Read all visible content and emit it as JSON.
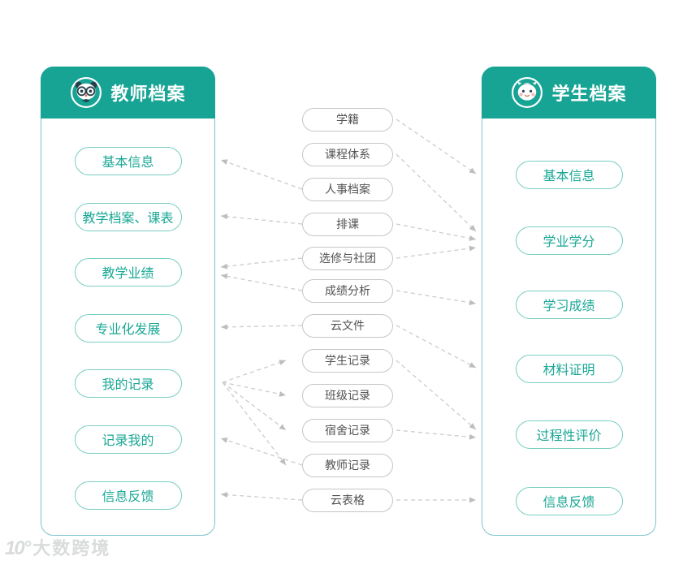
{
  "left_panel": {
    "title": "教师档案",
    "items": [
      "基本信息",
      "教学档案、课表",
      "教学业绩",
      "专业化发展",
      "我的记录",
      "记录我的",
      "信息反馈"
    ]
  },
  "right_panel": {
    "title": "学生档案",
    "items": [
      "基本信息",
      "学业学分",
      "学习成绩",
      "材料证明",
      "过程性评价",
      "信息反馈"
    ]
  },
  "middle_items": [
    "学籍",
    "课程体系",
    "人事档案",
    "排课",
    "选修与社团",
    "成绩分析",
    "云文件",
    "学生记录",
    "班级记录",
    "宿舍记录",
    "教师记录",
    "云表格"
  ],
  "connections": [
    {
      "from": "mid.2",
      "to": "left.0",
      "from_label": "人事档案",
      "to_label": "基本信息"
    },
    {
      "from": "mid.3",
      "to": "left.1",
      "from_label": "排课",
      "to_label": "教学档案、课表"
    },
    {
      "from": "mid.4",
      "to": "left.2",
      "from_label": "选修与社团",
      "to_label": "教学业绩"
    },
    {
      "from": "mid.5",
      "to": "left.2",
      "from_label": "成绩分析",
      "to_label": "教学业绩"
    },
    {
      "from": "mid.6",
      "to": "left.3",
      "from_label": "云文件",
      "to_label": "专业化发展"
    },
    {
      "from": "left.4",
      "to": "mid.7",
      "from_label": "我的记录",
      "to_label": "学生记录"
    },
    {
      "from": "left.4",
      "to": "mid.8",
      "from_label": "我的记录",
      "to_label": "班级记录"
    },
    {
      "from": "left.4",
      "to": "mid.9",
      "from_label": "我的记录",
      "to_label": "宿舍记录"
    },
    {
      "from": "left.4",
      "to": "mid.10",
      "from_label": "我的记录",
      "to_label": "教师记录"
    },
    {
      "from": "mid.10",
      "to": "left.5",
      "from_label": "教师记录",
      "to_label": "记录我的"
    },
    {
      "from": "mid.11",
      "to": "left.6",
      "from_label": "云表格",
      "to_label": "信息反馈"
    },
    {
      "from": "mid.0",
      "to": "right.0",
      "from_label": "学籍",
      "to_label": "基本信息"
    },
    {
      "from": "mid.1",
      "to": "right.1",
      "from_label": "课程体系",
      "to_label": "学业学分"
    },
    {
      "from": "mid.3",
      "to": "right.1",
      "from_label": "排课",
      "to_label": "学业学分"
    },
    {
      "from": "mid.4",
      "to": "right.1",
      "from_label": "选修与社团",
      "to_label": "学业学分"
    },
    {
      "from": "mid.5",
      "to": "right.2",
      "from_label": "成绩分析",
      "to_label": "学习成绩"
    },
    {
      "from": "mid.6",
      "to": "right.3",
      "from_label": "云文件",
      "to_label": "材料证明"
    },
    {
      "from": "mid.7",
      "to": "right.4",
      "from_label": "学生记录",
      "to_label": "过程性评价"
    },
    {
      "from": "mid.9",
      "to": "right.4",
      "from_label": "宿舍记录",
      "to_label": "过程性评价"
    },
    {
      "from": "mid.11",
      "to": "right.5",
      "from_label": "云表格",
      "to_label": "信息反馈"
    }
  ],
  "colors": {
    "header_teal": "#18a494",
    "pill_text_teal": "#19a795",
    "pill_border_teal": "#79cdc2",
    "panel_border": "#7bc5ce",
    "mid_pill_border": "#c6c6c6",
    "mid_pill_text": "#525252",
    "arrow": "#cccccc"
  },
  "watermark": {
    "logo": "10°",
    "text": "大数跨境"
  }
}
